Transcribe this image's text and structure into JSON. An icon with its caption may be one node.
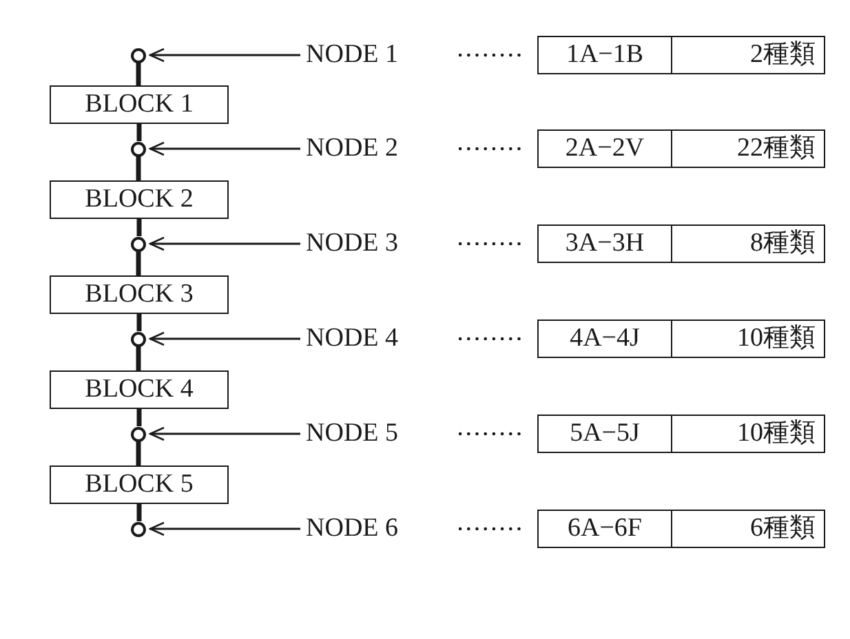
{
  "diagram": {
    "nodes": [
      {
        "text": [],
        "shape": "circle"
      },
      {
        "text": [
          "NODE 1"
        ]
      },
      {
        "text": [
          "1A−1B"
        ]
      },
      {
        "text": [
          "2種類"
        ]
      },
      {
        "text": [
          "BLOCK 1"
        ]
      },
      {
        "text": [],
        "shape": "circle"
      },
      {
        "text": [
          "NODE 2"
        ]
      },
      {
        "text": [
          "2A−2V"
        ]
      },
      {
        "text": [
          "22種類"
        ]
      },
      {
        "text": [
          "BLOCK 2"
        ]
      },
      {
        "text": [],
        "shape": "circle"
      },
      {
        "text": [
          "NODE 3"
        ]
      },
      {
        "text": [
          "3A−3H"
        ]
      },
      {
        "text": [
          "8種類"
        ]
      },
      {
        "text": [
          "BLOCK 3"
        ]
      },
      {
        "text": [],
        "shape": "circle"
      },
      {
        "text": [
          "NODE 4"
        ]
      },
      {
        "text": [
          "4A−4J"
        ]
      },
      {
        "text": [
          "10種類"
        ]
      },
      {
        "text": [
          "BLOCK 4"
        ]
      },
      {
        "text": [],
        "shape": "circle"
      },
      {
        "text": [
          "NODE 5"
        ]
      },
      {
        "text": [
          "5A−5J"
        ]
      },
      {
        "text": [
          "10種類"
        ]
      },
      {
        "text": [
          "BLOCK 5"
        ]
      },
      {
        "text": [],
        "shape": "circle"
      },
      {
        "text": [
          "NODE 6"
        ]
      },
      {
        "text": [
          "6A−6F"
        ]
      },
      {
        "text": [
          "6種類"
        ]
      }
    ],
    "edges": [
      {
        "from": 1,
        "to": 0,
        "arrow": "to"
      },
      {
        "from": 1,
        "to": 2,
        "arrow": "none",
        "style": "dashed"
      },
      {
        "from": 0,
        "to": 4,
        "arrow": "none"
      },
      {
        "from": 4,
        "to": 5,
        "arrow": "none"
      },
      {
        "from": 6,
        "to": 5,
        "arrow": "to"
      },
      {
        "from": 6,
        "to": 7,
        "arrow": "none",
        "style": "dashed"
      },
      {
        "from": 5,
        "to": 9,
        "arrow": "none"
      },
      {
        "from": 9,
        "to": 10,
        "arrow": "none"
      },
      {
        "from": 11,
        "to": 10,
        "arrow": "to"
      },
      {
        "from": 11,
        "to": 12,
        "arrow": "none",
        "style": "dashed"
      },
      {
        "from": 10,
        "to": 14,
        "arrow": "none"
      },
      {
        "from": 14,
        "to": 15,
        "arrow": "none"
      },
      {
        "from": 16,
        "to": 15,
        "arrow": "to"
      },
      {
        "from": 16,
        "to": 17,
        "arrow": "none",
        "style": "dashed"
      },
      {
        "from": 15,
        "to": 19,
        "arrow": "none"
      },
      {
        "from": 19,
        "to": 20,
        "arrow": "none"
      },
      {
        "from": 21,
        "to": 20,
        "arrow": "to"
      },
      {
        "from": 21,
        "to": 22,
        "arrow": "none",
        "style": "dashed"
      },
      {
        "from": 20,
        "to": 24,
        "arrow": "none"
      },
      {
        "from": 24,
        "to": 25,
        "arrow": "none"
      },
      {
        "from": 26,
        "to": 25,
        "arrow": "to"
      },
      {
        "from": 26,
        "to": 27,
        "arrow": "none",
        "style": "dashed"
      }
    ]
  }
}
